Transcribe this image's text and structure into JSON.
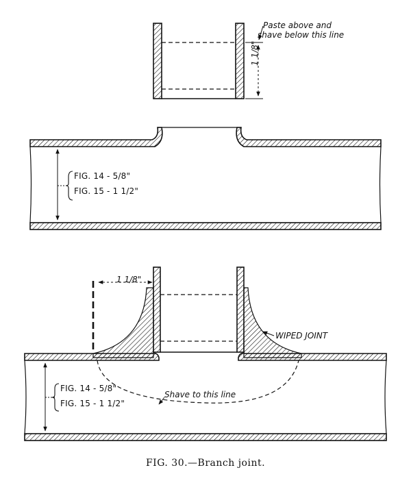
{
  "top_section": {
    "note_line1": "Paste above and",
    "note_line2": "shave below this line",
    "dim_label": "1 1/8\""
  },
  "middle_section": {
    "ref_fig14": "FIG. 14 - 5/8\"",
    "ref_fig15": "FIG. 15 - 1 1/2\""
  },
  "bottom_section": {
    "dim_label": "1 1/8\"",
    "wiped_joint_label": "WIPED JOINT",
    "shave_label": "Shave to this line",
    "ref_fig14": "FIG. 14 - 5/8\"",
    "ref_fig15": "FIG. 15 - 1 1/2\""
  },
  "caption": "FIG. 30.—Branch joint.",
  "colors": {
    "ink": "#111111",
    "paper": "#ffffff"
  }
}
